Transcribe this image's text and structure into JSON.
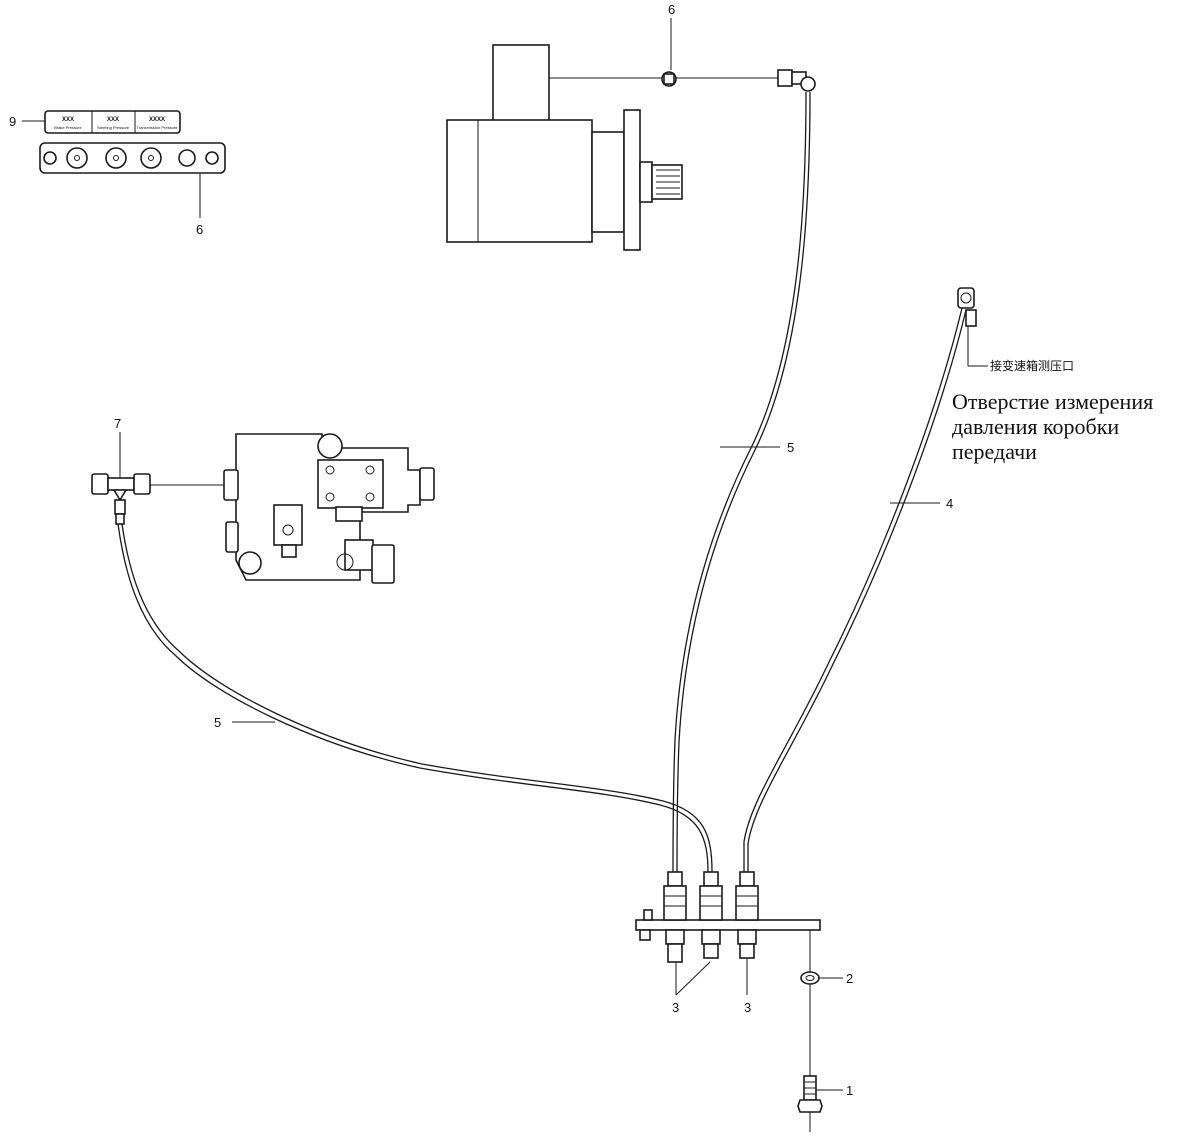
{
  "callouts": {
    "c1": "1",
    "c2": "2",
    "c3a": "3",
    "c3b": "3",
    "c4": "4",
    "c5a": "5",
    "c5b": "5",
    "c6top": "6",
    "c6plate": "6",
    "c7": "7",
    "c9": "9"
  },
  "label_plate": {
    "cells": [
      {
        "code": "XXX",
        "sub": "Brake Pressure"
      },
      {
        "code": "XXX",
        "sub": "Steering Pressure"
      },
      {
        "code": "XXXX",
        "sub": "Transmission Pressure"
      }
    ]
  },
  "notes": {
    "chinese": "接变速箱测压口",
    "russian_lines": [
      "Отверстие измерения",
      "давления коробки",
      "передачи"
    ]
  }
}
